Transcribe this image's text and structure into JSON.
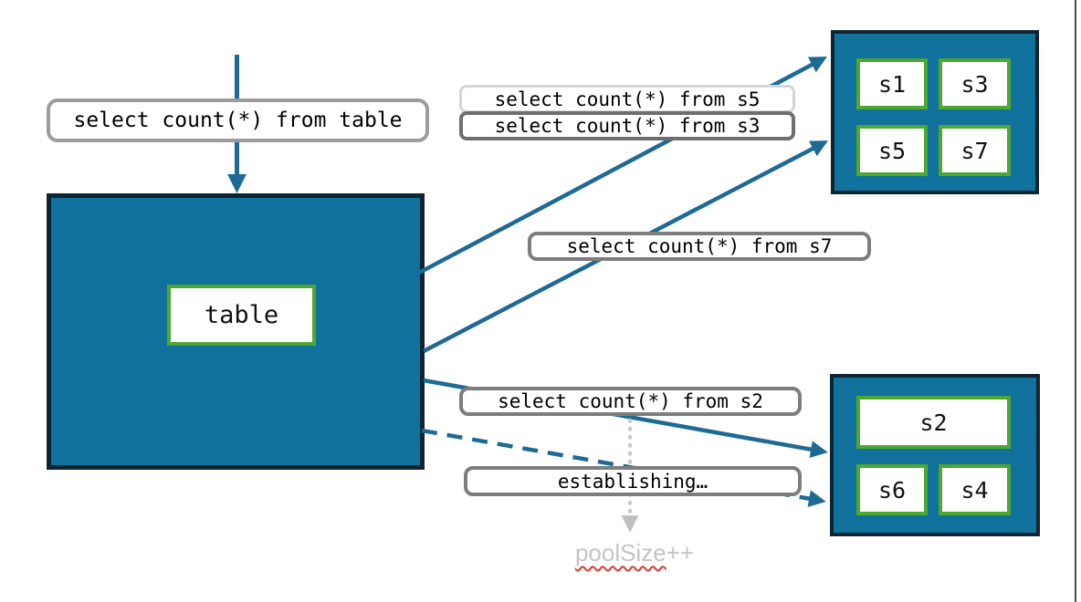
{
  "palette": {
    "teal_fill": "#10719c",
    "box_border": "#0d2433",
    "arrow_teal": "#1e6a94",
    "green_border": "#4ea72e",
    "label_border_gray": "#7d7d7d",
    "label_border_light": "#d5d5d5",
    "dotted_gray": "#c9c9c9",
    "dotted_arrowhead_gray": "#bfbfbf",
    "pool_text_gray": "#c5c5c5",
    "spellcheck_red": "#e0392e"
  },
  "queries": {
    "table": "select count(*) from table",
    "s5": "select count(*) from s5",
    "s3": "select count(*) from s3",
    "s7": "select count(*) from s7",
    "s2": "select count(*) from s2",
    "establishing": "establishing…"
  },
  "main_table": {
    "label": "table"
  },
  "shards_top": {
    "items": [
      "s1",
      "s3",
      "s5",
      "s7"
    ]
  },
  "shards_bottom": {
    "wide": "s2",
    "items": [
      "s6",
      "s4"
    ]
  },
  "pool_size": {
    "word": "poolSize",
    "suffix": "++"
  }
}
